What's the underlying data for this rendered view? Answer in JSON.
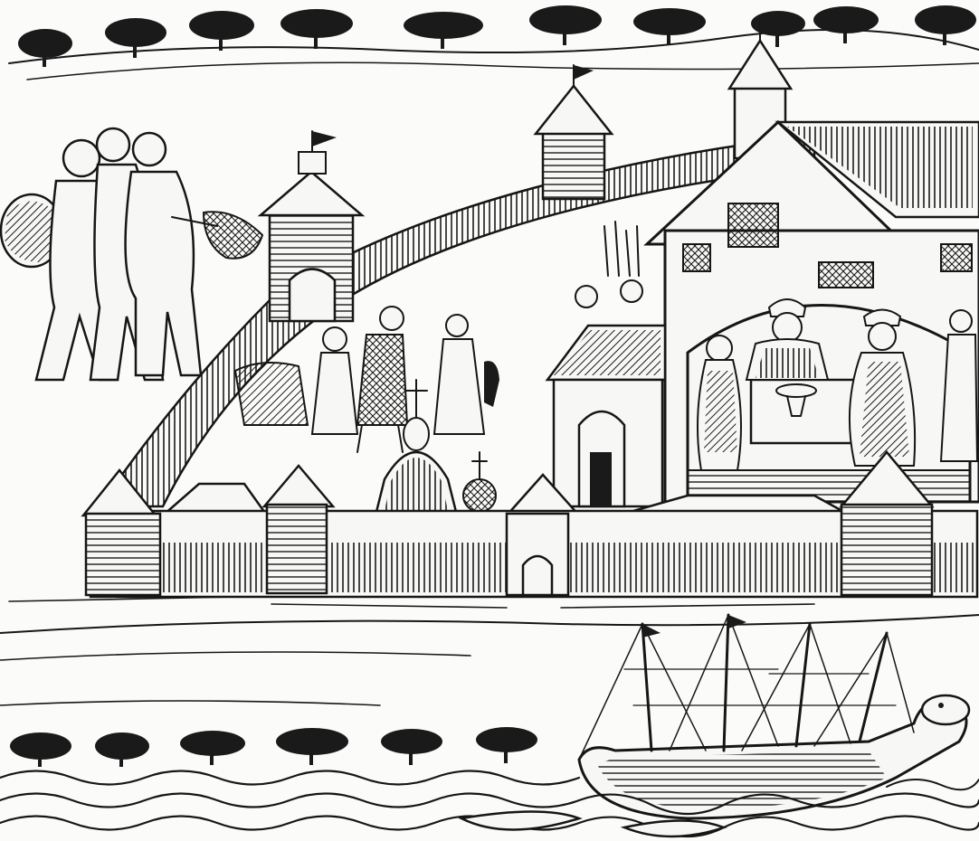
{
  "image": {
    "palette": {
      "paper": "#fbfbfa",
      "ink": "#161616",
      "shade": "#2a2a2a"
    },
    "subjects": [
      "treeline",
      "fortress-wall",
      "towers",
      "domed-church",
      "merchant-figures",
      "feast-hall",
      "sailing-ships",
      "river-waves"
    ]
  }
}
